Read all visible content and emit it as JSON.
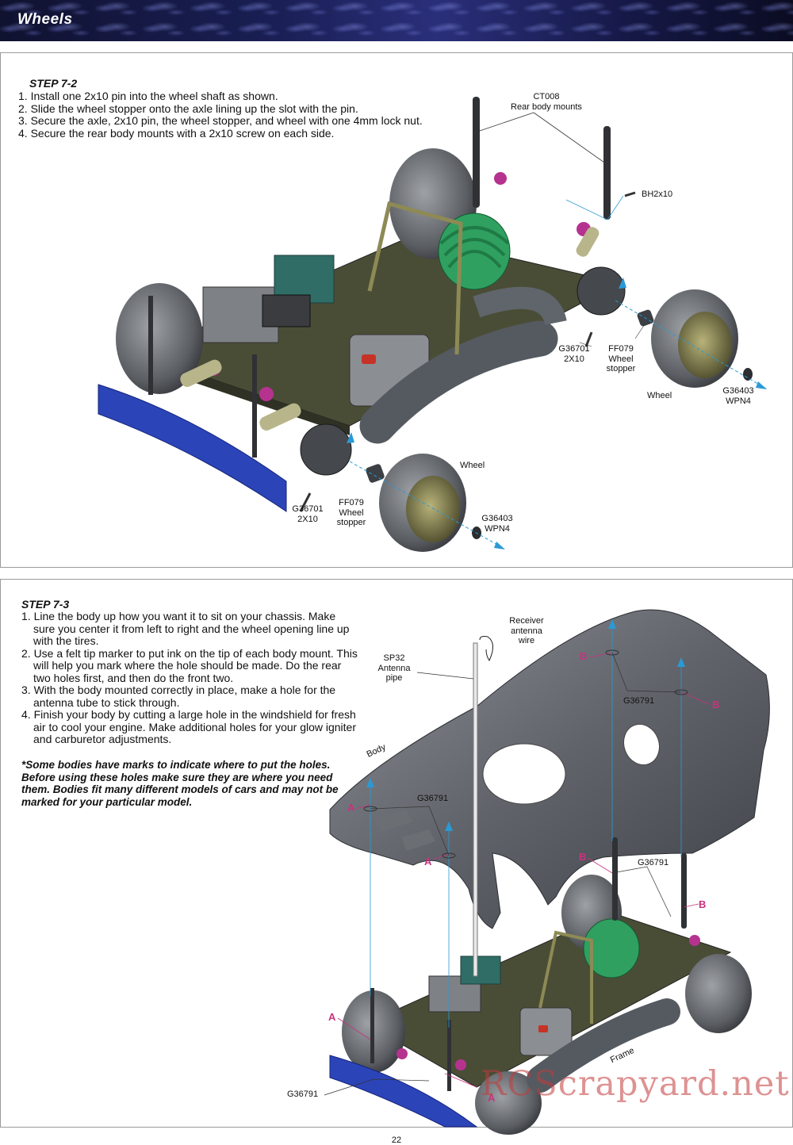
{
  "header": {
    "title": "Wheels"
  },
  "step72": {
    "title": "STEP 7-2",
    "instructions": [
      "1. Install one 2x10 pin into the wheel shaft as shown.",
      "2. Slide the wheel stopper onto the axle lining up the slot with the pin.",
      "3. Secure the axle, 2x10 pin, the wheel stopper, and wheel with one 4mm lock nut.",
      "4. Secure the rear body mounts with a 2x10 screw on each side."
    ],
    "labels": {
      "ct008_code": "CT008",
      "ct008_name": "Rear body mounts",
      "bh2x10": "BH2x10",
      "rear_pin_code": "G36701",
      "rear_pin_size": "2X10",
      "rear_stopper_code": "FF079",
      "rear_stopper_l1": "Wheel",
      "rear_stopper_l2": "stopper",
      "rear_wheel": "Wheel",
      "rear_nut_code": "G36403",
      "rear_nut_name": "WPN4",
      "front_wheel": "Wheel",
      "front_pin_code": "G36701",
      "front_pin_size": "2X10",
      "front_stopper_code": "FF079",
      "front_stopper_l1": "Wheel",
      "front_stopper_l2": "stopper",
      "front_nut_code": "G36403",
      "front_nut_name": "WPN4"
    }
  },
  "step73": {
    "title": "STEP 7-3",
    "instructions": [
      "1. Line the body up how you want it to sit on your chassis. Make sure you center it from left to right and the wheel opening line up with the tires.",
      "2. Use a felt tip marker to put ink on the tip of each body mount. This will help you mark where the hole should be made. Do the rear two holes first, and then do the front two.",
      "3. With the body mounted correctly in place, make a hole for the antenna tube to stick through.",
      "4. Finish your body by cutting a large hole in the windshield for fresh air to cool your engine.  Make additional holes for your glow igniter and carburetor adjustments."
    ],
    "note": "*Some bodies have marks to indicate where to put the holes.  Before using these holes make sure they are where you need them.  Bodies fit many different models of cars and may not be marked for your particular model.",
    "labels": {
      "receiver_l1": "Receiver",
      "receiver_l2": "antenna",
      "receiver_l3": "wire",
      "sp32_code": "SP32",
      "sp32_l1": "Antenna",
      "sp32_l2": "pipe",
      "body": "Body",
      "frame": "Frame",
      "g36791_top": "G36791",
      "g36791_body": "G36791",
      "g36791_chassis": "G36791",
      "g36791_bottom": "G36791",
      "mark_a": "A",
      "mark_b": "B"
    }
  },
  "watermark": "RCScrapyard.net",
  "page_number": "22",
  "colors": {
    "accent_blue": "#2a9ad6",
    "mark_pink": "#c8337f",
    "bumper_blue": "#2b45b8",
    "engine_green": "#2fa060"
  }
}
